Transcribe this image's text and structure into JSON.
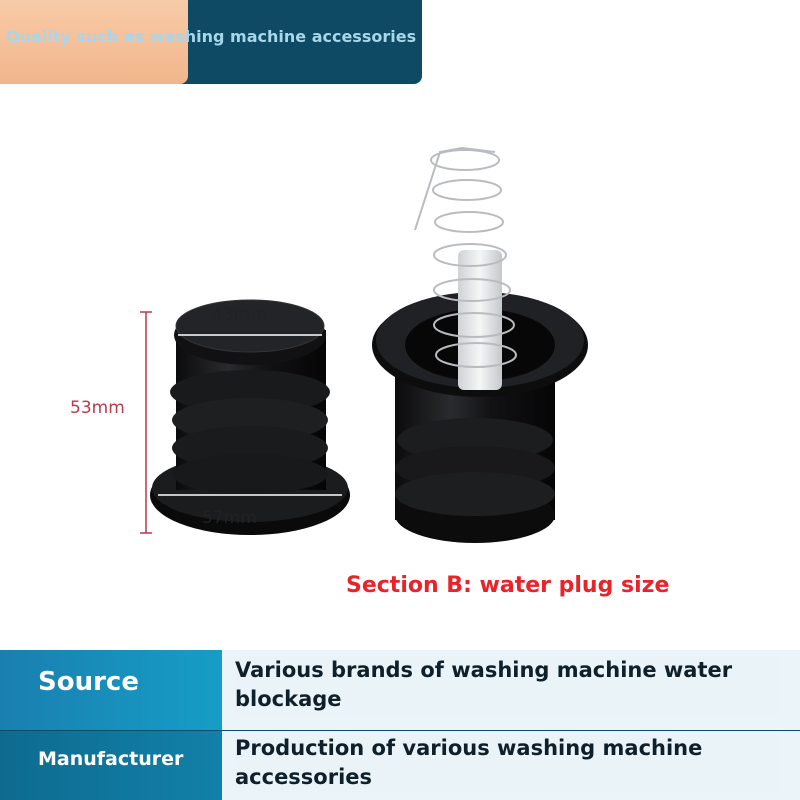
{
  "banner": {
    "text": "Quality such as washing machine accessories"
  },
  "dimensions": {
    "top_diameter": "43mm",
    "height": "53mm",
    "base_diameter": "57mm"
  },
  "section": {
    "title": "Section B: water plug size"
  },
  "info": {
    "rows": [
      {
        "label": "Source",
        "value": "Various brands of washing machine water blockage"
      },
      {
        "label": "Manufacturer",
        "value": "Production of various washing machine accessories"
      }
    ]
  },
  "colors": {
    "banner": "#0e4a63",
    "accent": "#e8232a",
    "band": "#15a0c8"
  }
}
